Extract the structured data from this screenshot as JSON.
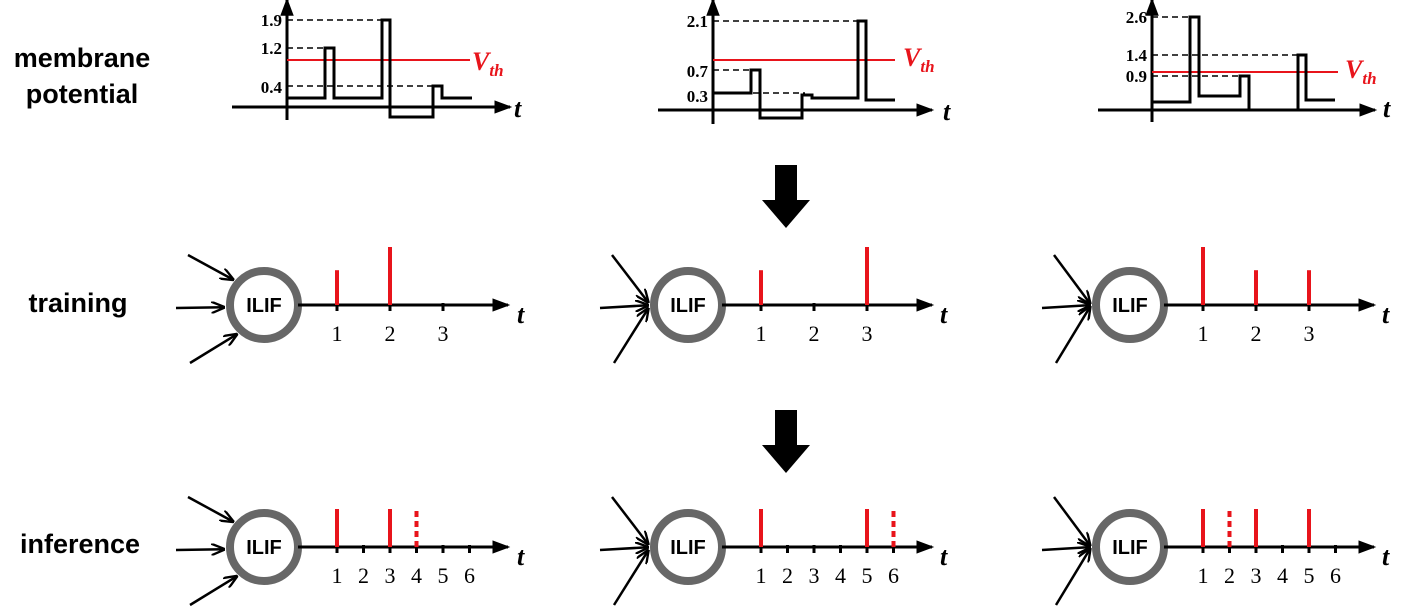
{
  "row_labels": {
    "membrane_line1": "membrane",
    "membrane_line2": "potential",
    "training": "training",
    "inference": "inference"
  },
  "time_axis_label": "t",
  "threshold_label": {
    "main": "V",
    "sub": "th"
  },
  "neuron_label": "ILIF",
  "colors": {
    "spike": "#e8141b",
    "threshold": "#e8141b",
    "neuron_ring": "#676767",
    "axis": "#000000"
  },
  "membrane_panels": [
    {
      "levels": [
        "1.9",
        "1.2",
        "0.4"
      ]
    },
    {
      "levels": [
        "2.1",
        "0.7",
        "0.3"
      ]
    },
    {
      "levels": [
        "2.6",
        "1.4",
        "0.9"
      ]
    }
  ],
  "training_panels": [
    {
      "ticks": [
        "1",
        "2",
        "3"
      ],
      "spikes": [
        {
          "t": 1,
          "weight": 0.6
        },
        {
          "t": 2,
          "weight": 1.0
        }
      ]
    },
    {
      "ticks": [
        "1",
        "2",
        "3"
      ],
      "spikes": [
        {
          "t": 1,
          "weight": 0.6
        },
        {
          "t": 3,
          "weight": 1.0
        }
      ]
    },
    {
      "ticks": [
        "1",
        "2",
        "3"
      ],
      "spikes": [
        {
          "t": 1,
          "weight": 1.0
        },
        {
          "t": 2,
          "weight": 0.6
        },
        {
          "t": 3,
          "weight": 0.6
        }
      ]
    }
  ],
  "inference_panels": [
    {
      "ticks": [
        "1",
        "2",
        "3",
        "4",
        "5",
        "6"
      ],
      "spikes": [
        {
          "t": 1,
          "style": "solid"
        },
        {
          "t": 3,
          "style": "solid"
        },
        {
          "t": 4,
          "style": "dashed"
        }
      ]
    },
    {
      "ticks": [
        "1",
        "2",
        "3",
        "4",
        "5",
        "6"
      ],
      "spikes": [
        {
          "t": 1,
          "style": "solid"
        },
        {
          "t": 5,
          "style": "solid"
        },
        {
          "t": 6,
          "style": "dashed"
        }
      ]
    },
    {
      "ticks": [
        "1",
        "2",
        "3",
        "4",
        "5",
        "6"
      ],
      "spikes": [
        {
          "t": 1,
          "style": "solid"
        },
        {
          "t": 2,
          "style": "dashed"
        },
        {
          "t": 3,
          "style": "solid"
        },
        {
          "t": 5,
          "style": "solid"
        }
      ]
    }
  ]
}
